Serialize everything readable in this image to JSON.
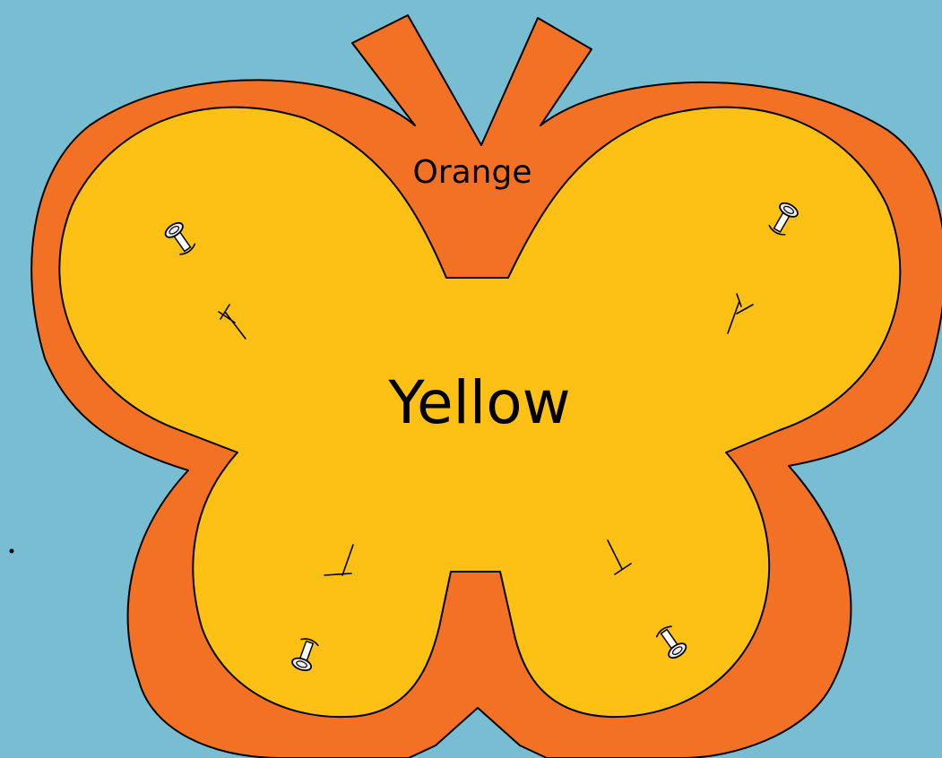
{
  "colors": {
    "background": "#78bdd1",
    "outer_shape": "#f37124",
    "inner_shape": "#fcc114",
    "outline": "#000000"
  },
  "labels": {
    "outer": "Orange",
    "inner": "Yellow"
  },
  "icons": {
    "pin": "push-pin-icon",
    "hole": "pin-hole-mark"
  }
}
